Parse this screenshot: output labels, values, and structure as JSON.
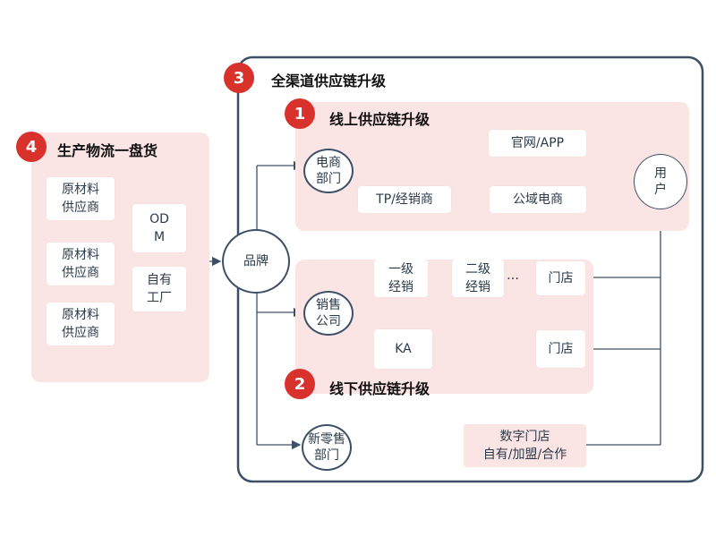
{
  "sections": {
    "s4": {
      "num": "4",
      "title": "生产物流一盘货"
    },
    "s3": {
      "num": "3",
      "title": "全渠道供应链升级"
    },
    "s1": {
      "num": "1",
      "title": "线上供应链升级"
    },
    "s2": {
      "num": "2",
      "title": "线下供应链升级"
    }
  },
  "nodes": {
    "raw1": "原材料\n供应商",
    "raw2": "原材料\n供应商",
    "raw3": "原材料\n供应商",
    "odm": "OD\nM",
    "own_factory": "自有\n工厂",
    "brand": "品牌",
    "ecommerce_dept": "电商\n部门",
    "official_app": "官网/APP",
    "tp_dealer": "TP/经销商",
    "public_ecommerce": "公域电商",
    "user": "用\n户",
    "sales_company": "销售\n公司",
    "level1_dealer": "一级\n经销",
    "level2_dealer": "二级\n经销",
    "ellipsis": "…",
    "store1": "门店",
    "ka": "KA",
    "store2": "门店",
    "new_retail_dept": "新零售\n部门",
    "digital_store": "数字门店\n自有/加盟/合作"
  }
}
